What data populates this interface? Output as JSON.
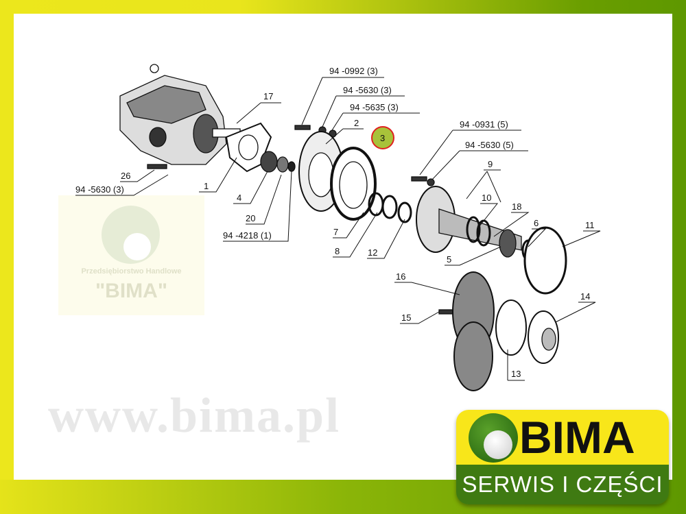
{
  "watermark": {
    "subtitle": "Przedsiębiorstwo Handlowe",
    "name": "\"BIMA\"",
    "url": "www.bima.pl"
  },
  "labels": {
    "p940992": "94 -0992 (3)",
    "p945630a": "94 -5630 (3)",
    "p945635": "94 -5635 (3)",
    "n17": "17",
    "n2": "2",
    "n3": "3",
    "p940931": "94 -0931 (5)",
    "p945630b": "94 -5630 (5)",
    "n9": "9",
    "n10": "10",
    "n18": "18",
    "n6": "6",
    "n11": "11",
    "n26": "26",
    "p945630c": "94 -5630 (3)",
    "n1": "1",
    "n4": "4",
    "n20": "20",
    "p944218": "94 -4218 (1)",
    "n7": "7",
    "n8": "8",
    "n12": "12",
    "n5": "5",
    "n16": "16",
    "n15": "15",
    "n14": "14",
    "n13": "13"
  },
  "highlight_color": "#e02020",
  "logo": {
    "name": "BIMA",
    "tagline": "SERWIS I CZĘŚCI"
  }
}
